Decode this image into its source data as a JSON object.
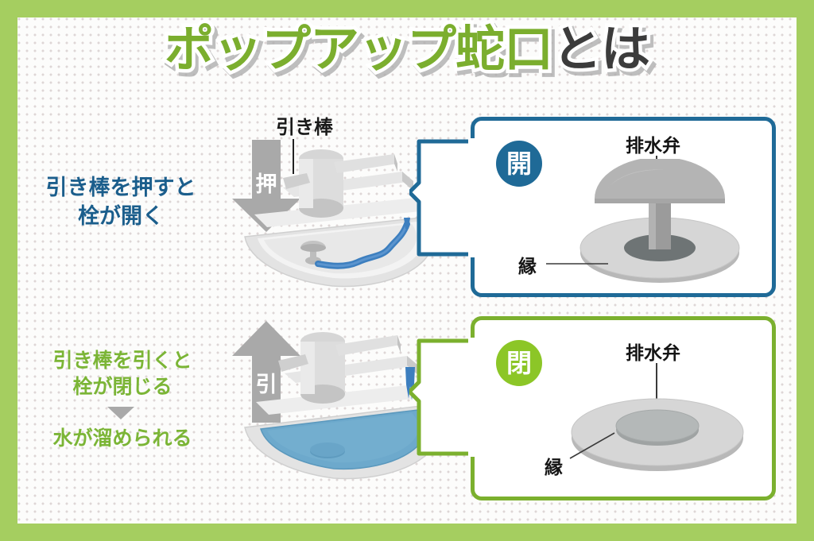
{
  "title": {
    "green_part": "ポップアップ蛇口",
    "dark_part": "とは"
  },
  "colors": {
    "frame_green": "#A5CE60",
    "title_green": "#7BAE2E",
    "title_dark": "#3C3C3C",
    "open_blue": "#1F6A97",
    "closed_green": "#8CC627",
    "caption_blue": "#1B5E8C",
    "caption_green": "#7BB536",
    "water_blue": "#6DA9CC",
    "stream_blue": "#3D7FBF",
    "metal_gray": "#B3B3B3",
    "arrow_gray": "#A9A9A9"
  },
  "left_captions": {
    "open": {
      "line1": "引き棒を押すと",
      "line2": "栓が開く"
    },
    "close": {
      "line1": "引き棒を引くと",
      "line2": "栓が閉じる"
    },
    "result": "水が溜められる"
  },
  "illustration": {
    "rod_label": "引き棒",
    "push_arrow_glyph": "押",
    "pull_arrow_glyph": "引"
  },
  "panels": [
    {
      "id": "open",
      "badge": "開",
      "valve_label": "排水弁",
      "rim_label": "縁",
      "state": "valve raised, drain open"
    },
    {
      "id": "closed",
      "badge": "閉",
      "valve_label": "排水弁",
      "rim_label": "縁",
      "state": "valve seated, drain closed"
    }
  ]
}
